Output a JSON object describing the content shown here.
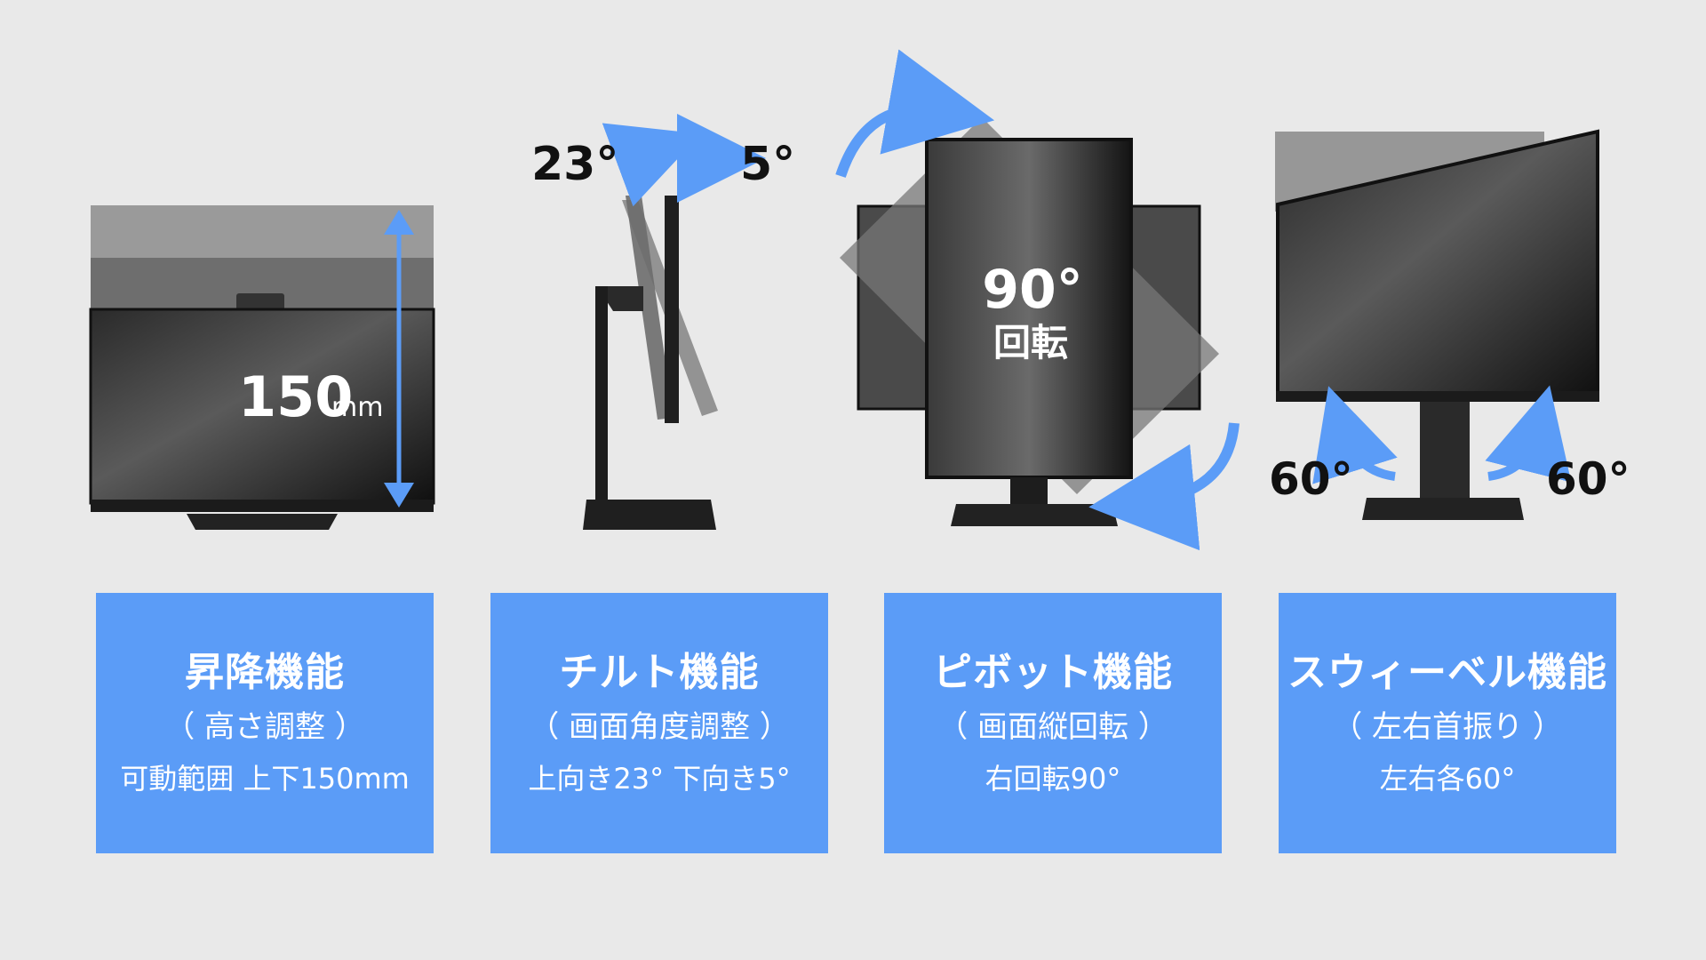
{
  "colors": {
    "background": "#e9e9e9",
    "card": "#5b9cf7",
    "arrow": "#5b9cf7",
    "monitor": "#1a1a1a"
  },
  "overlays": {
    "height": {
      "value": "150",
      "unit": "mm"
    },
    "tilt": {
      "up": "23°",
      "down": "5°"
    },
    "pivot": {
      "angle": "90°",
      "label": "回転"
    },
    "swivel": {
      "left": "60°",
      "right": "60°"
    }
  },
  "cards": [
    {
      "title": "昇降機能",
      "sub": "（ 高さ調整 ）",
      "spec": "可動範囲  上下150mm"
    },
    {
      "title": "チルト機能",
      "sub": "（ 画面角度調整 ）",
      "spec": "上向き23° 下向き5°"
    },
    {
      "title": "ピボット機能",
      "sub": "（ 画面縦回転 ）",
      "spec": "右回転90°"
    },
    {
      "title": "スウィーベル機能",
      "sub": "（ 左右首振り ）",
      "spec": "左右各60°"
    }
  ]
}
